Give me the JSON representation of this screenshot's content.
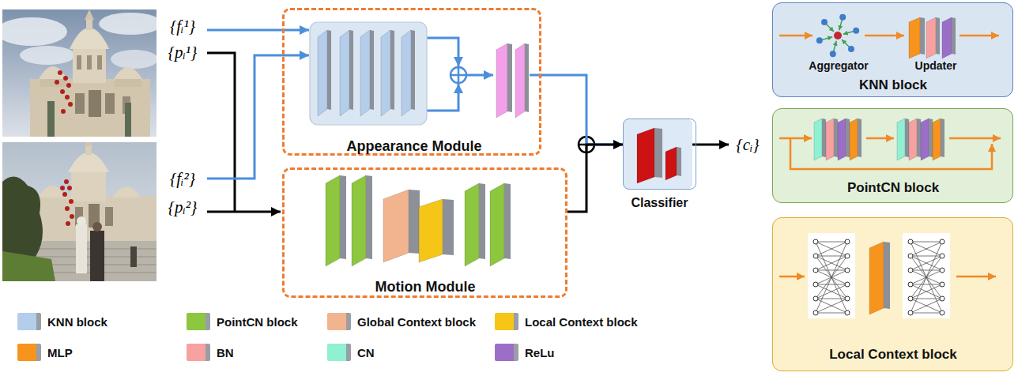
{
  "diagram": {
    "nodes": [
      {
        "text": [
          "Appearance Module"
        ]
      },
      {
        "text": [
          "Motion Module"
        ]
      },
      {
        "text": [
          "Classifier"
        ]
      },
      {
        "text": [
          "Aggregator",
          "Updater",
          "KNN block"
        ]
      },
      {
        "text": [
          "PointCN block"
        ]
      },
      {
        "text": [
          "Local Context block"
        ]
      }
    ],
    "edges": [
      {
        "from": 0,
        "to": 2,
        "arrow": "to"
      },
      {
        "from": 1,
        "to": 2,
        "arrow": "to"
      }
    ],
    "labels": [
      "{fᵢ¹}",
      "{pᵢ¹}",
      "{fᵢ²}",
      "{pᵢ²}",
      "{cᵢ}"
    ],
    "legend": [
      {
        "text": "KNN block",
        "color": "#b4cdea"
      },
      {
        "text": "PointCN block",
        "color": "#8dc63f"
      },
      {
        "text": "Global Context block",
        "color": "#f2b48e"
      },
      {
        "text": "Local Context block",
        "color": "#f5c518"
      },
      {
        "text": "MLP",
        "color": "#f7941d"
      },
      {
        "text": "BN",
        "color": "#f7a1a1"
      },
      {
        "text": "CN",
        "color": "#8ff0d2"
      },
      {
        "text": "ReLu",
        "color": "#9b6fc8"
      }
    ]
  }
}
